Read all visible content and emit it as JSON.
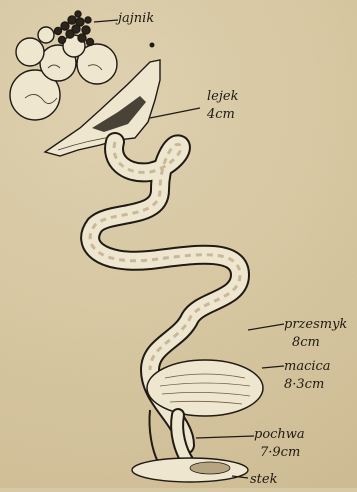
{
  "diagram": {
    "labels": {
      "ovary": "jajnik",
      "funnel_name": "lejek",
      "funnel_size": "4cm",
      "isthmus_name": "przesmyk",
      "isthmus_size": "8cm",
      "uterus_name": "macica",
      "uterus_size": "8·3cm",
      "vagina_name": "pochwa",
      "vagina_size": "7·9cm",
      "cloaca_name": "stek"
    },
    "colors": {
      "paper": "#d8c9a6",
      "ink": "#1f1a14",
      "organ_fill": "#efe6cf",
      "organ_shade": "#b7a582"
    }
  }
}
